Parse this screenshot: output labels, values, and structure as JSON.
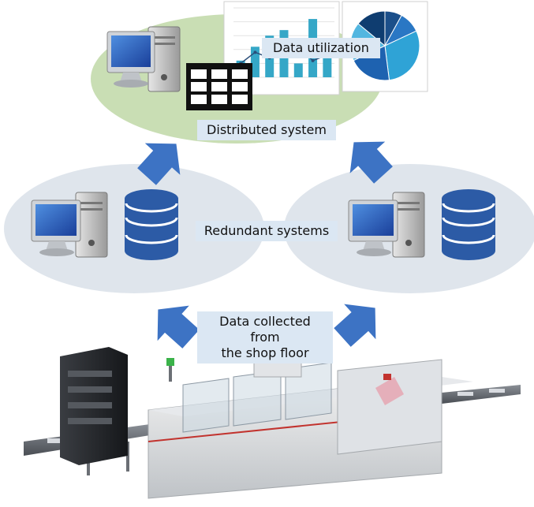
{
  "labels": {
    "data_utilization": "Data utilization",
    "distributed_system": "Distributed system",
    "redundant_systems": "Redundant systems",
    "data_collected_line1": "Data collected from",
    "data_collected_line2": "the shop floor"
  },
  "bar_chart": {
    "values": [
      12,
      22,
      30,
      34,
      10,
      42,
      28
    ],
    "line_values": [
      10,
      18,
      14,
      20,
      22,
      12,
      16
    ],
    "ylim": [
      0,
      50
    ]
  },
  "pie_chart": {
    "slices": [
      8,
      10,
      30,
      20,
      18,
      14
    ],
    "colors": [
      "#1b4f8a",
      "#2a77c4",
      "#2fa3d6",
      "#1e62b0",
      "#52b6e0",
      "#0f3d70"
    ]
  },
  "colors": {
    "green_ellipse": "#c9deb4",
    "grey_ellipse": "#dfe5ec",
    "arrow": "#3d73c4",
    "label_bg": "#dbe7f3",
    "database": "#2c5ba6",
    "bar": "#35a7c7"
  }
}
